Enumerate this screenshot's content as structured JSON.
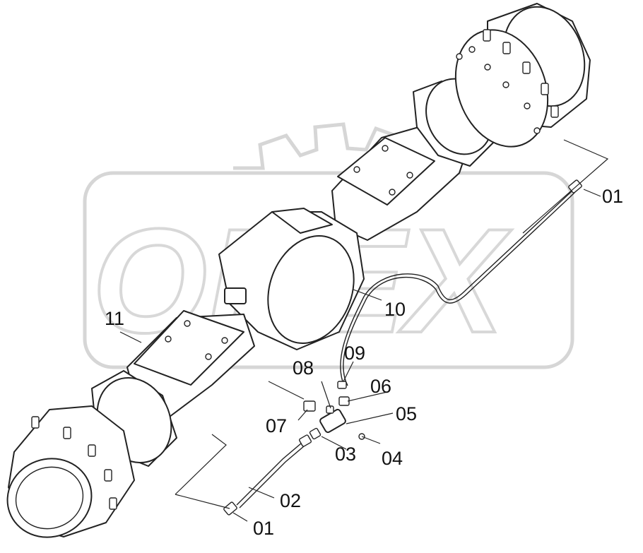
{
  "watermark": "OPEX",
  "callouts": [
    {
      "id": "01-top",
      "text": "01"
    },
    {
      "id": "01-bottom",
      "text": "01"
    },
    {
      "id": "02",
      "text": "02"
    },
    {
      "id": "03",
      "text": "03"
    },
    {
      "id": "04",
      "text": "04"
    },
    {
      "id": "05",
      "text": "05"
    },
    {
      "id": "06",
      "text": "06"
    },
    {
      "id": "07",
      "text": "07"
    },
    {
      "id": "08",
      "text": "08"
    },
    {
      "id": "09",
      "text": "09"
    },
    {
      "id": "10",
      "text": "10"
    },
    {
      "id": "11",
      "text": "11"
    }
  ]
}
